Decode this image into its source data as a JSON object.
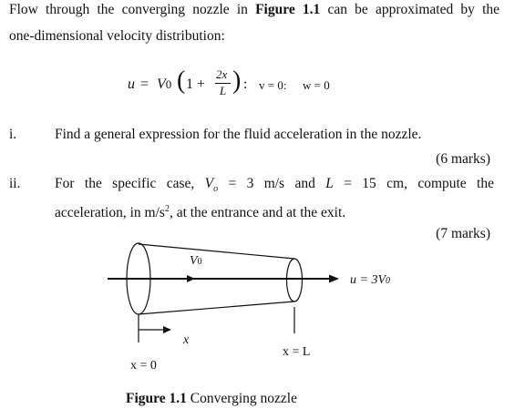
{
  "intro": {
    "line1_pre": "Flow through the converging nozzle in ",
    "line1_fig": "Figure 1.1",
    "line1_post": " can be approximated by the",
    "line2": "one-dimensional velocity distribution:"
  },
  "equation": {
    "u": "u",
    "equals": "=",
    "V0": "V",
    "V0_sub": "0",
    "one_plus": "1 +",
    "frac_num": "2x",
    "frac_den": "L",
    "colon": ":",
    "v_eq": "v = 0:",
    "w_eq": "w = 0"
  },
  "questions": [
    {
      "num": "i.",
      "text": "Find a general expression for the fluid acceleration in the nozzle.",
      "marks": "(6 marks)"
    },
    {
      "num": "ii.",
      "line1_a": "For the specific case, ",
      "line1_V": "V",
      "line1_Vsub": "o",
      "line1_b": " = 3 m/s and ",
      "line1_L": "L",
      "line1_c": " = 15 cm, compute the",
      "line2_a": "acceleration, in m/s",
      "line2_sup": "2",
      "line2_b": ", at the entrance and at the exit.",
      "marks": "(7 marks)"
    }
  ],
  "figure": {
    "label_V0": "V",
    "label_V0_sub": "0",
    "label_u_out": "u = 3V",
    "label_u_out_sub": "0",
    "label_x": "x",
    "label_x0": "x = 0",
    "label_xL": "x = L",
    "caption_bold": "Figure 1.1",
    "caption_text": " Converging nozzle"
  }
}
